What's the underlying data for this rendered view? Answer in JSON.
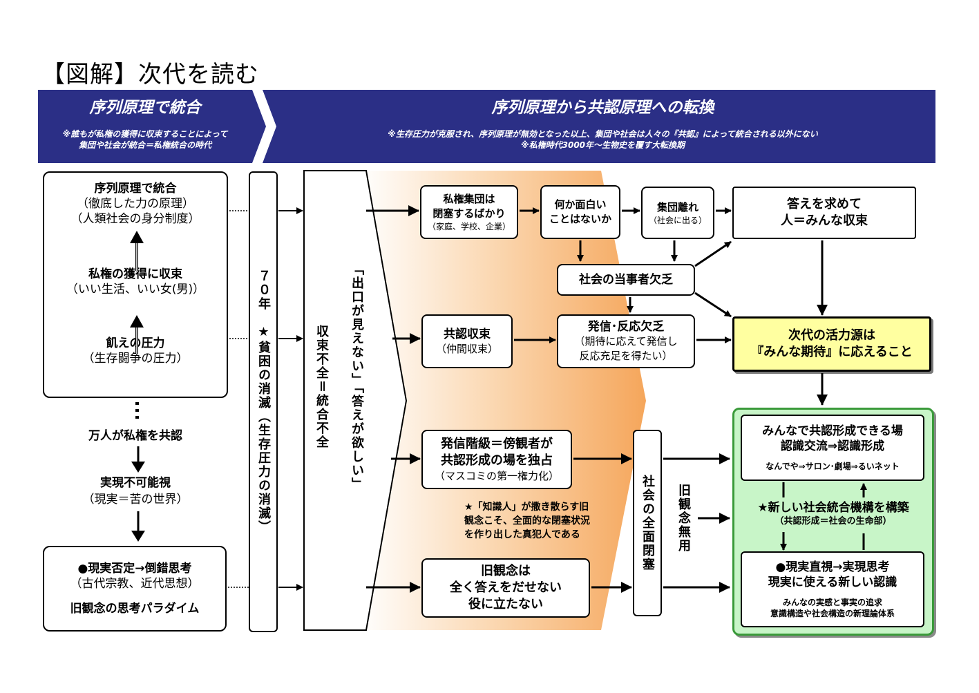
{
  "page_title": "【図解】次代を読む",
  "header_left": {
    "title": "序列原理で統合",
    "note1": "※誰もが私権の獲得に収束することによって",
    "note2": "集団や社会が統合＝私権統合の時代"
  },
  "header_right": {
    "title": "序列原理から共認原理への転換",
    "note1": "※生存圧力が克服され、序列原理が無効となった以上、集団や社会は人々の『共認』によって統合される以外にない",
    "note2": "※私権時代3000年～生物史を覆す大転換期"
  },
  "left_box": {
    "line1": "序列原理で統合",
    "line2": "（徹底した力の原理）",
    "line3": "（人類社会の身分制度）",
    "line4": "私権の獲得に収束",
    "line5": "（いい生活、いい女(男)）",
    "line6": "飢えの圧力",
    "line7": "（生存闘争の圧力）"
  },
  "left_flow": {
    "line1": "万人が私権を共認",
    "line2": "実現不可能視",
    "line3": "（現実＝苦の世界）"
  },
  "left_bottom_box": {
    "line1": "●現実否定→倒錯思考",
    "line2": "（古代宗教、近代思想）",
    "line3": "旧観念の思考パラダイム"
  },
  "col_70": "７０年　★貧困の消滅（生存圧力の消滅）",
  "col_shusoku": "収束不全＝統合不全",
  "col_deguchi": "「出口が見えない」「答えが欲しい」",
  "boxes": {
    "shiken": {
      "line1": "私権集団は",
      "line2": "閉塞するばかり",
      "line3": "（家庭、学校、企業）"
    },
    "omoshiroi": {
      "line1": "何か面白い",
      "line2": "ことはないか"
    },
    "shudan": {
      "line1": "集団離れ",
      "line2": "（社会に出る）"
    },
    "kotae": {
      "line1": "答えを求めて",
      "line2": "人＝みんな収束"
    },
    "toujisha": {
      "line1": "社会の当事者欠乏"
    },
    "kyonin": {
      "line1": "共認収束",
      "line2": "（仲間収束）"
    },
    "hasshin": {
      "line1": "発信･反応欠乏",
      "line2": "（期待に応えて発信し",
      "line3": "反応充足を得たい）"
    },
    "katsuryoku": {
      "line1": "次代の活力源は",
      "line2": "『みんな期待』に応えること"
    },
    "kaikyu": {
      "line1": "発信階級＝傍観者が",
      "line2": "共認形成の場を独占",
      "line3": "（マスコミの第一権力化）"
    },
    "chishiki": {
      "line1": "★「知識人」が撒き散らす旧",
      "line2": "観念こそ、全面的な閉塞状況",
      "line3": "を作り出した真犯人である"
    },
    "kyukannen": {
      "line1": "旧観念は",
      "line2": "全く答えをだせない",
      "line3": "役に立たない"
    },
    "zenmen": "社会の全面閉塞",
    "muyou": "旧観念無用"
  },
  "green_panel": {
    "top_line1": "みんなで共認形成できる場",
    "top_line2": "認識交流⇒認識形成",
    "top_line3": "なんでや⇒サロン･劇場⇒るいネット",
    "mid_line1": "★新しい社会統合機構を構築",
    "mid_line2": "（共認形成＝社会の生命部）",
    "bottom_line1": "●現実直視→実現思考",
    "bottom_line2": "現実に使える新しい認識",
    "bottom_line3": "みんなの実感と事実の追求",
    "bottom_line4": "意識構造や社会構造の新理論体系"
  },
  "colors": {
    "header_navy": "#2b2f86",
    "orange_glow": "#f5a65b",
    "yellow_box": "#ffffa0",
    "green_panel": "#c8f5c8",
    "green_border": "#3a9a3a"
  }
}
